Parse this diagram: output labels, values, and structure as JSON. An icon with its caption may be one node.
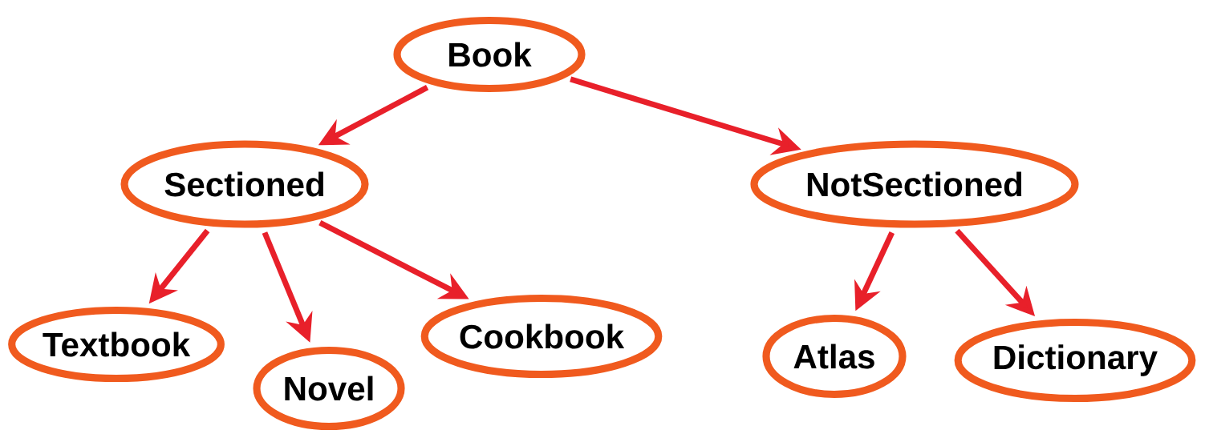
{
  "diagram": {
    "nodes": [
      {
        "text": [
          "Book"
        ]
      },
      {
        "text": [
          "Sectioned"
        ]
      },
      {
        "text": [
          "NotSectioned"
        ]
      },
      {
        "text": [
          "Textbook"
        ]
      },
      {
        "text": [
          "Novel"
        ]
      },
      {
        "text": [
          "Cookbook"
        ]
      },
      {
        "text": [
          "Atlas"
        ]
      },
      {
        "text": [
          "Dictionary"
        ]
      }
    ],
    "edges": [
      {
        "from": 0,
        "to": 1,
        "arrow": "to"
      },
      {
        "from": 0,
        "to": 2,
        "arrow": "to"
      },
      {
        "from": 1,
        "to": 3,
        "arrow": "to"
      },
      {
        "from": 1,
        "to": 4,
        "arrow": "to"
      },
      {
        "from": 1,
        "to": 5,
        "arrow": "to"
      },
      {
        "from": 2,
        "to": 6,
        "arrow": "to"
      },
      {
        "from": 2,
        "to": 7,
        "arrow": "to"
      }
    ]
  }
}
